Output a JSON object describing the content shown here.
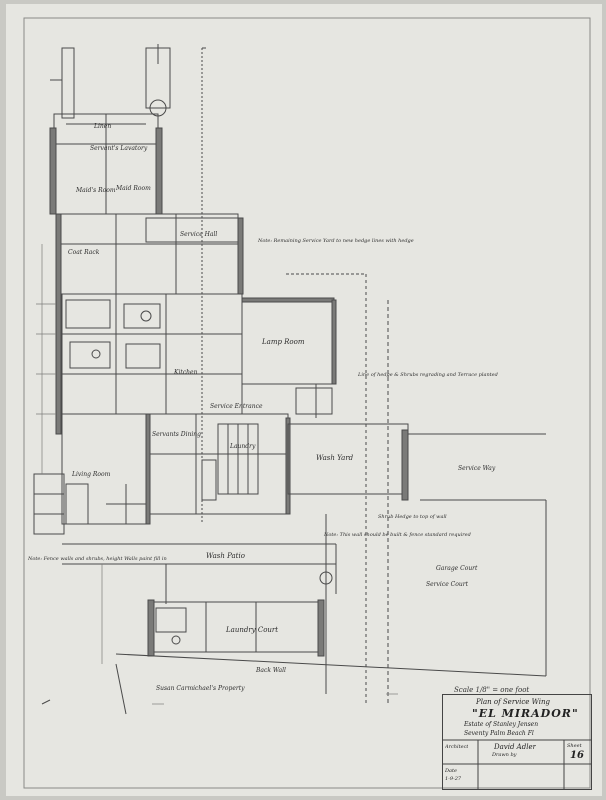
{
  "title_block": {
    "plan_of": "Plan of Service Wing",
    "estate": "\"EL MIRADOR\"",
    "line3": "Estate of Stanley Jensen",
    "line4": "Seventy Palm Beach Fl",
    "architect_label": "Architect",
    "architect_name": "David Adler",
    "architect_sub": "Drawn by",
    "sheet_label": "Sheet",
    "sheet_number": "16",
    "date_label": "Date",
    "date_value": "1-9-27",
    "scale": "Scale 1/8\" = one foot"
  },
  "room_labels": {
    "linen": "Linen",
    "servants_lavatory": "Servant's Lavatory",
    "maid_room": "Maid's Room",
    "maid_room2": "Maid Room",
    "coat_rack": "Coat Rack",
    "service_hall": "Service Hall",
    "lamp_room": "Lamp Room",
    "kitchen": "Kitchen",
    "servants_dining": "Servants Dining",
    "service_entrance": "Service Entrance",
    "laundry": "Laundry",
    "living_room": "Living Room",
    "wash_yard": "Wash Yard",
    "wash_patio": "Wash Patio",
    "laundry_court": "Laundry Court",
    "service_court": "Service Court",
    "service_way": "Service Way",
    "garage_court": "Garage Court",
    "neighbors_property": "Susan Carmichael's Property",
    "back_wall": "Back Wall"
  },
  "notes": {
    "note1": "Note: Remaining Service Yard to new hedge lines with hedge",
    "note2": "Note: Fence walls and shrubs, height Walls paint fill in",
    "note3": "Note: This wall should be built & fence standard required",
    "note4": "Line of hedge & Shrubs regrading and Terrace planted",
    "note5": "Shrub Hedge to top of wall"
  }
}
